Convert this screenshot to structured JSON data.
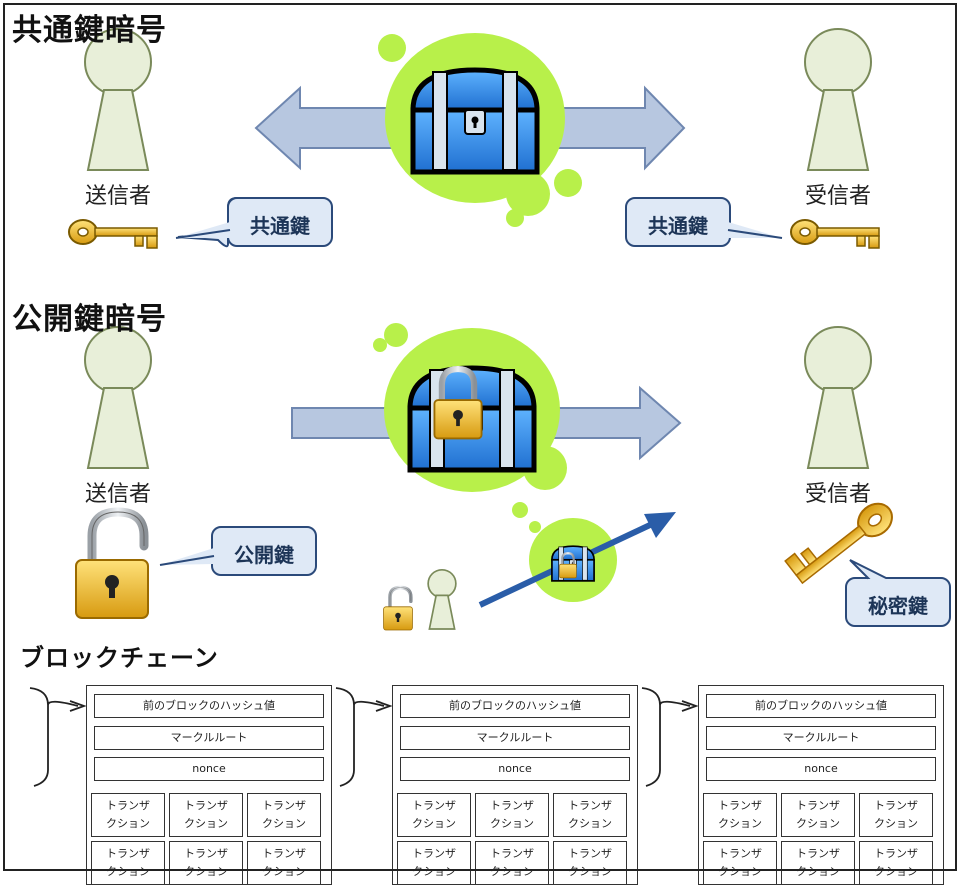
{
  "sections": {
    "symmetric": {
      "title": "共通鍵暗号",
      "sender": "送信者",
      "receiver": "受信者",
      "key_label_left": "共通鍵",
      "key_label_right": "共通鍵"
    },
    "public_key": {
      "title": "公開鍵暗号",
      "sender": "送信者",
      "receiver": "受信者",
      "public_key_label": "公開鍵",
      "private_key_label": "秘密鍵"
    },
    "blockchain": {
      "title": "ブロックチェーン",
      "blocks": [
        {
          "prev_hash": "前のブロックのハッシュ値",
          "merkle_root": "マークルルート",
          "nonce": "nonce",
          "transactions": [
            "トランザ\nクション",
            "トランザ\nクション",
            "トランザ\nクション",
            "トランザ\nクション",
            "トランザ\nクション",
            "トランザ\nクション"
          ]
        },
        {
          "prev_hash": "前のブロックのハッシュ値",
          "merkle_root": "マークルルート",
          "nonce": "nonce",
          "transactions": [
            "トランザ\nクション",
            "トランザ\nクション",
            "トランザ\nクション",
            "トランザ\nクション",
            "トランザ\nクション",
            "トランザ\nクション"
          ]
        },
        {
          "prev_hash": "前のブロックのハッシュ値",
          "merkle_root": "マークルルート",
          "nonce": "nonce",
          "transactions": [
            "トランザ\nクション",
            "トランザ\nクション",
            "トランザ\nクション",
            "トランザ\nクション",
            "トランザ\nクション",
            "トランザ\nクション"
          ]
        }
      ]
    }
  },
  "colors": {
    "person_fill": "#e8efd9",
    "person_stroke": "#7a8a5a",
    "arrow_fill": "#b7c7e0",
    "arrow_stroke": "#6f87b0",
    "splash": "#b8f04a",
    "chest_blue": "#2f8fe6",
    "bubble_fill": "#dfe9f6",
    "bubble_stroke": "#2b4a7a",
    "key_gold": "#e7b21c",
    "lock_gold": "#f2c230"
  },
  "icons": [
    "person-icon",
    "treasure-chest-icon",
    "key-icon",
    "padlock-icon",
    "speech-bubble"
  ]
}
